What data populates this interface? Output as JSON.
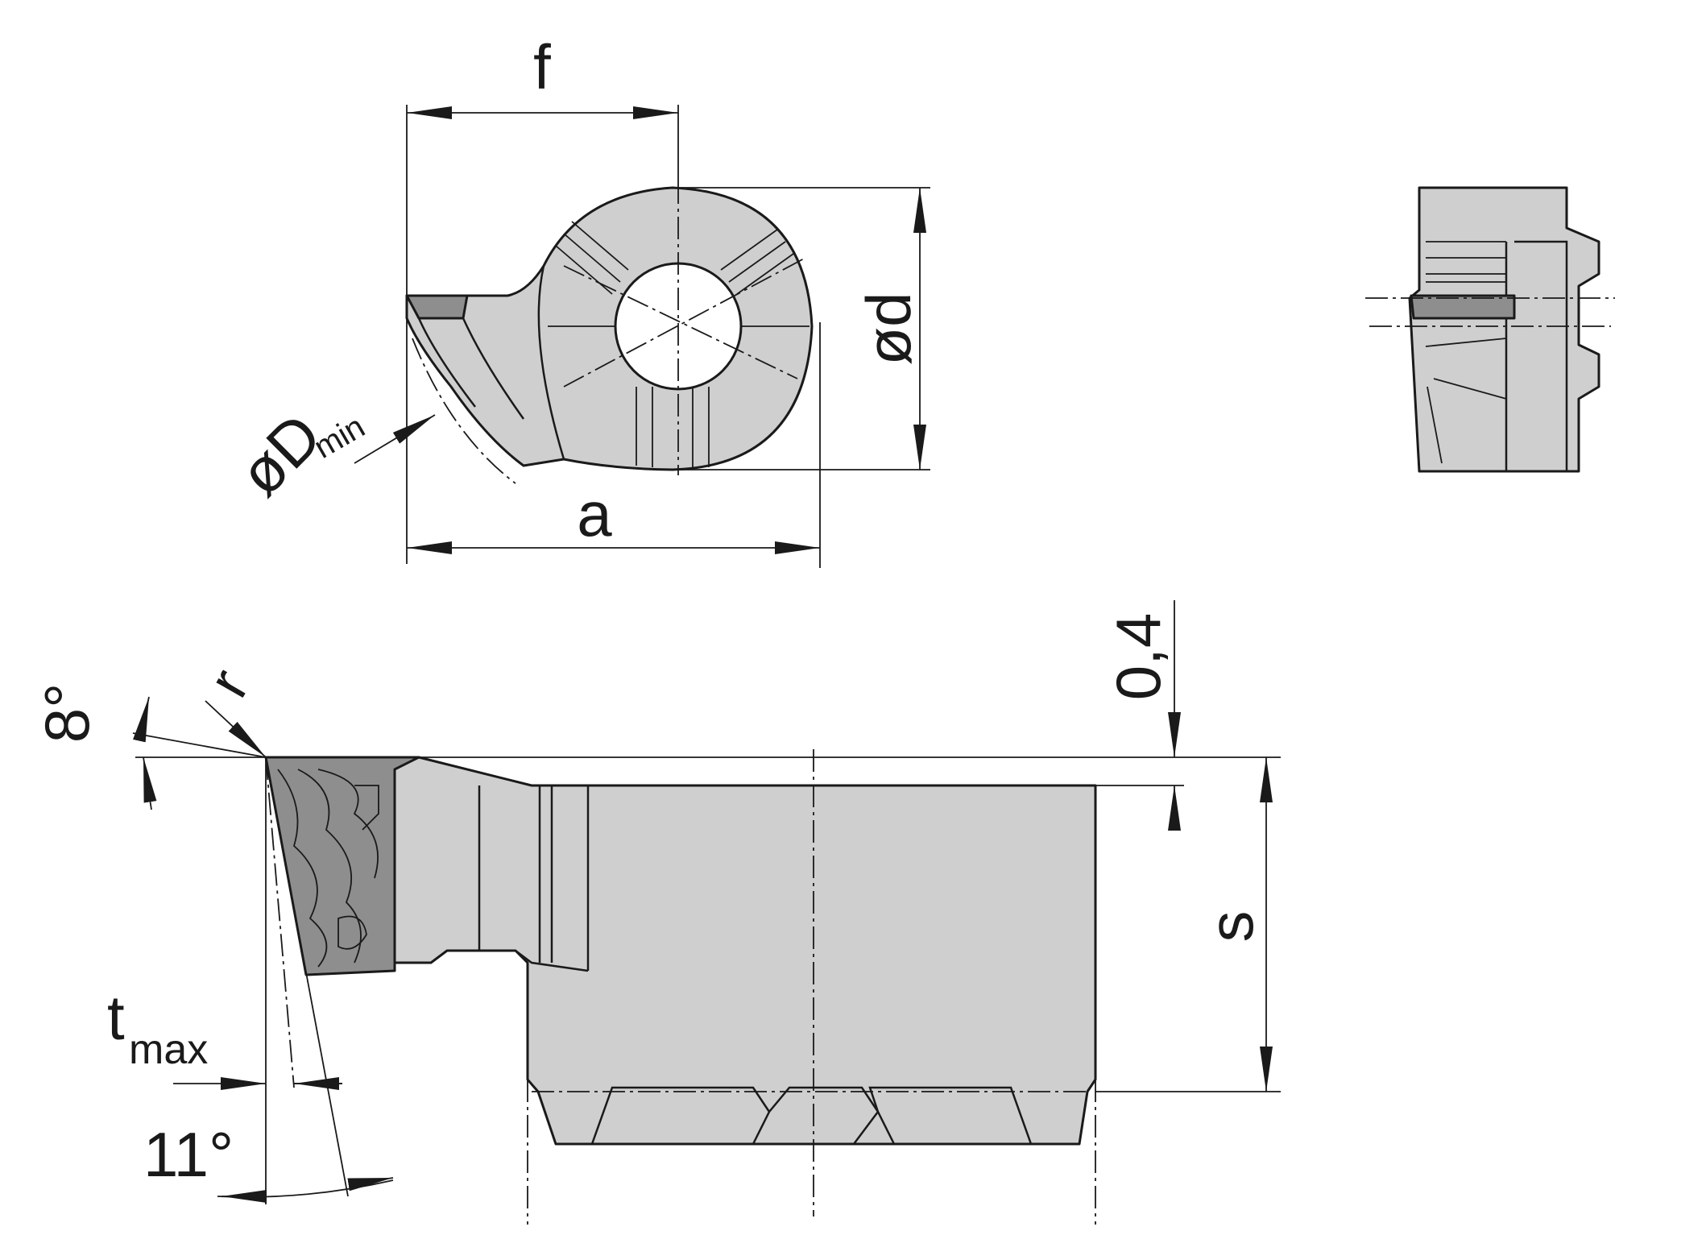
{
  "labels": {
    "f": "f",
    "od": "ød",
    "oD": "øD",
    "min": "min",
    "a": "a",
    "eight_deg": "8°",
    "r": "r",
    "zero_four": "0,4",
    "s": "s",
    "t": "t",
    "max": "max",
    "eleven_deg": "11°"
  },
  "colors": {
    "body": "#cfcfcf",
    "insert": "#8e8e8e",
    "line": "#1a1a1a",
    "background": "#ffffff"
  }
}
